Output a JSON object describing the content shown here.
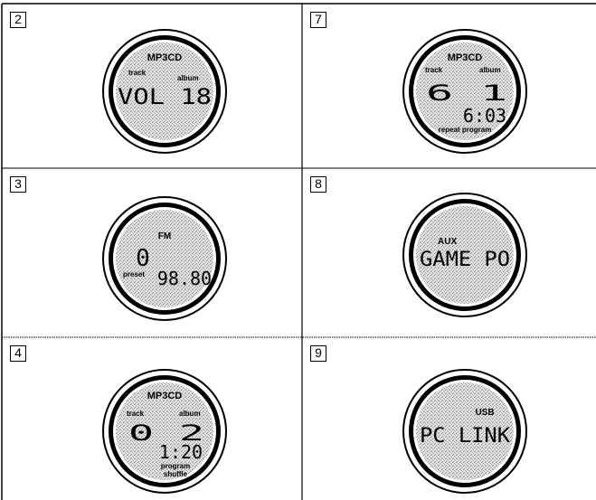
{
  "panels": [
    {
      "step": "2",
      "top": [
        "MP3CD"
      ],
      "labels": [
        "track",
        "album"
      ],
      "main": "VOL  18",
      "sub": "",
      "bottom": []
    },
    {
      "step": "7",
      "top": [
        "MP3CD"
      ],
      "labels": [
        "track",
        "album"
      ],
      "main": "6  1",
      "sub": "6:03",
      "bottom": [
        "repeat program"
      ]
    },
    {
      "step": "3",
      "top": [
        "FM"
      ],
      "labels": [
        "preset"
      ],
      "main": "0",
      "sub": "98.80",
      "bottom": []
    },
    {
      "step": "8",
      "top": [
        "AUX"
      ],
      "labels": [],
      "main": "GAME PO",
      "sub": "",
      "bottom": []
    },
    {
      "step": "4",
      "top": [
        "MP3CD"
      ],
      "labels": [
        "track",
        "album"
      ],
      "main": "0  2",
      "sub": "1:20",
      "bottom": [
        "program",
        "shuffle"
      ]
    },
    {
      "step": "9",
      "top": [
        "USB"
      ],
      "labels": [],
      "main": "PC LINK",
      "sub": "",
      "bottom": []
    }
  ]
}
